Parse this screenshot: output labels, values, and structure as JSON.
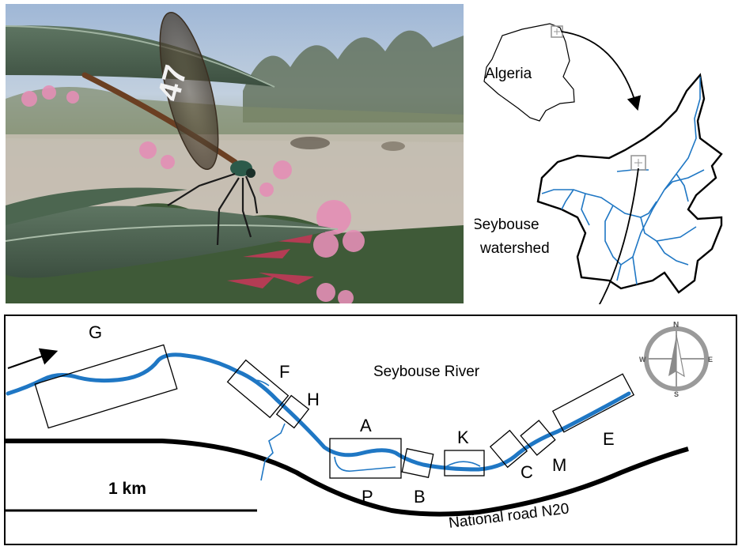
{
  "photo": {
    "subject": "damselfly-on-oleander-leaf",
    "wing_mark": "47"
  },
  "locator": {
    "country_label": "Algeria",
    "watershed_label_line1": "Seybouse",
    "watershed_label_line2": "watershed"
  },
  "reach_map": {
    "river_label": "Seybouse River",
    "road_label": "National road N20",
    "scale_label": "1 km",
    "compass": {
      "north": "N",
      "south": "S",
      "east": "E",
      "west": "W"
    },
    "sites": [
      "G",
      "F",
      "H",
      "A",
      "P",
      "B",
      "K",
      "C",
      "M",
      "E"
    ]
  },
  "colors": {
    "river": "#1f77c4",
    "road": "#000000",
    "compass": "#9a9a9a",
    "frame": "#000000"
  }
}
